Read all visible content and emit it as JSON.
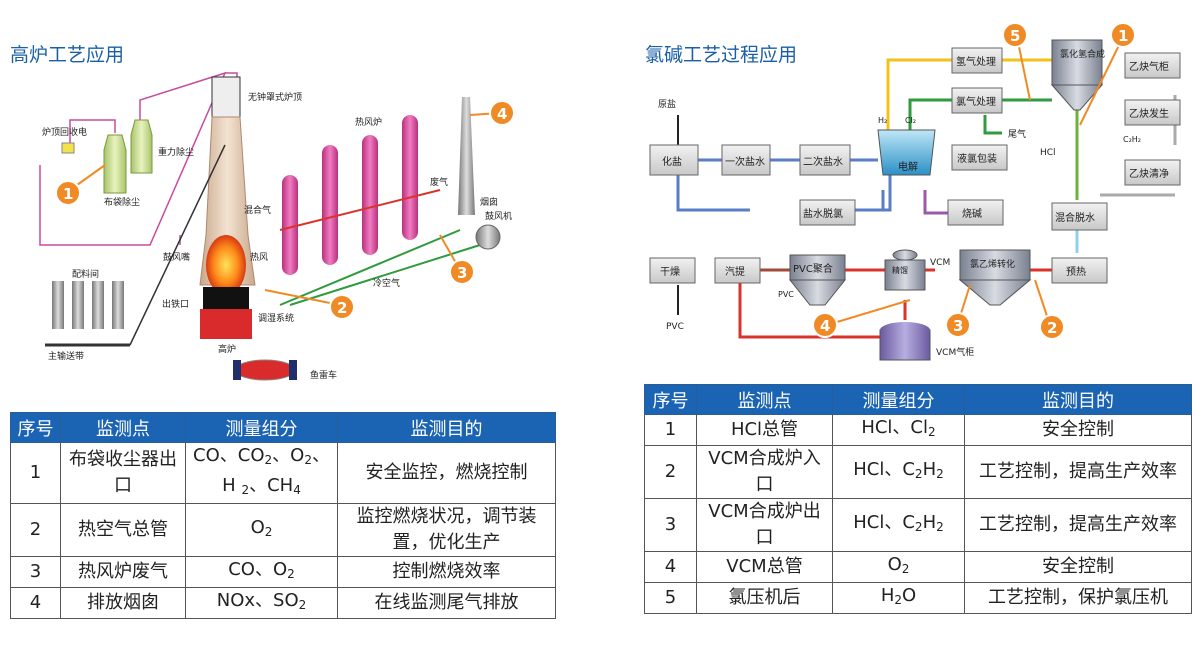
{
  "left": {
    "title": "高炉工艺应用",
    "labels": {
      "top_recovery": "炉顶回收电",
      "bag_dust": "布袋除尘",
      "gravity_dust": "重力除尘",
      "bell_less_top": "无钟罩式炉顶",
      "hot_stove": "热风炉",
      "chimney": "烟囱",
      "mixed_gas": "混合气",
      "exhaust": "废气",
      "blower": "鼓风机",
      "batching_room": "配料间",
      "tuyere": "鼓风嘴",
      "hot_air": "热风",
      "tap_hole": "出铁口",
      "cold_air": "冷空气",
      "control_system": "调湿系统",
      "conveyor": "主输送带",
      "blast_furnace": "高炉",
      "torpedo_car": "鱼雷车"
    },
    "badges": [
      "1",
      "2",
      "3",
      "4"
    ],
    "table": {
      "headers": [
        "序号",
        "监测点",
        "测量组分",
        "监测目的"
      ],
      "rows": [
        {
          "no": "1",
          "point": "布袋收尘器出口",
          "component_html": "CO、CO<sub>2</sub>、O<sub>2</sub>、H <sub>2</sub>、CH<sub>4</sub>",
          "purpose": "安全监控，燃烧控制"
        },
        {
          "no": "2",
          "point": "热空气总管",
          "component_html": "O<sub>2</sub>",
          "purpose": "监控燃烧状况，调节装置，优化生产"
        },
        {
          "no": "3",
          "point": "热风炉废气",
          "component_html": "CO、O<sub>2</sub>",
          "purpose": "控制燃烧效率"
        },
        {
          "no": "4",
          "point": "排放烟囱",
          "component_html": "NOx、SO<sub>2</sub>",
          "purpose": "在线监测尾气排放"
        }
      ]
    }
  },
  "right": {
    "title": "氯碱工艺过程应用",
    "labels": {
      "raw_salt": "原盐",
      "dissolve": "化盐",
      "primary_brine": "一次盐水",
      "secondary_brine": "二次盐水",
      "electrolysis": "电解",
      "h2": "H₂",
      "cl2": "Cl₂",
      "hydrogen_treat": "氢气处理",
      "chlorine_treat": "氯气处理",
      "tail_gas": "尾气",
      "liquid_chlorine": "液氯包装",
      "hcl_synthesis": "氯化氢合成",
      "acetylene_tank": "乙炔气柜",
      "acetylene_gen": "乙炔发生",
      "c2h2": "C₂H₂",
      "acetylene_clean": "乙炔清净",
      "hcl": "HCl",
      "brine_dechlor": "盐水脱氯",
      "caustic": "烧碱",
      "mix_dehydrate": "混合脱水",
      "preheat": "预热",
      "vcm_convert": "氯乙烯转化",
      "vcm": "VCM",
      "rectify": "精馏",
      "pvc_polymer": "PVC聚合",
      "stripping": "汽提",
      "pvc": "PVC",
      "drying": "干燥",
      "pvc_out": "PVC",
      "vcm_tank": "VCM气柜"
    },
    "badges": [
      "1",
      "2",
      "3",
      "4",
      "5"
    ],
    "table": {
      "headers": [
        "序号",
        "监测点",
        "测量组分",
        "监测目的"
      ],
      "rows": [
        {
          "no": "1",
          "point": "HCl总管",
          "component_html": "HCl、Cl<sub>2</sub>",
          "purpose": "安全控制"
        },
        {
          "no": "2",
          "point": "VCM合成炉入口",
          "component_html": "HCl、C<sub>2</sub>H<sub>2</sub>",
          "purpose": "工艺控制，提高生产效率"
        },
        {
          "no": "3",
          "point": "VCM合成炉出口",
          "component_html": "HCl、C<sub>2</sub>H<sub>2</sub>",
          "purpose": "工艺控制，提高生产效率"
        },
        {
          "no": "4",
          "point": "VCM总管",
          "component_html": "O<sub>2</sub>",
          "purpose": "安全控制"
        },
        {
          "no": "5",
          "point": "氯压机后",
          "component_html": "H<sub>2</sub>O",
          "purpose": "工艺控制，保护氯压机"
        }
      ]
    }
  },
  "colors": {
    "title": "#1a5fa8",
    "header_bg": "#1b64b3",
    "badge": "#f08a24",
    "pipe_pink": "#c84aa0",
    "pipe_green": "#2f9a3e",
    "pipe_red": "#d9332b",
    "pipe_blue": "#5a7dc8",
    "pipe_yellow": "#f2c11c"
  }
}
